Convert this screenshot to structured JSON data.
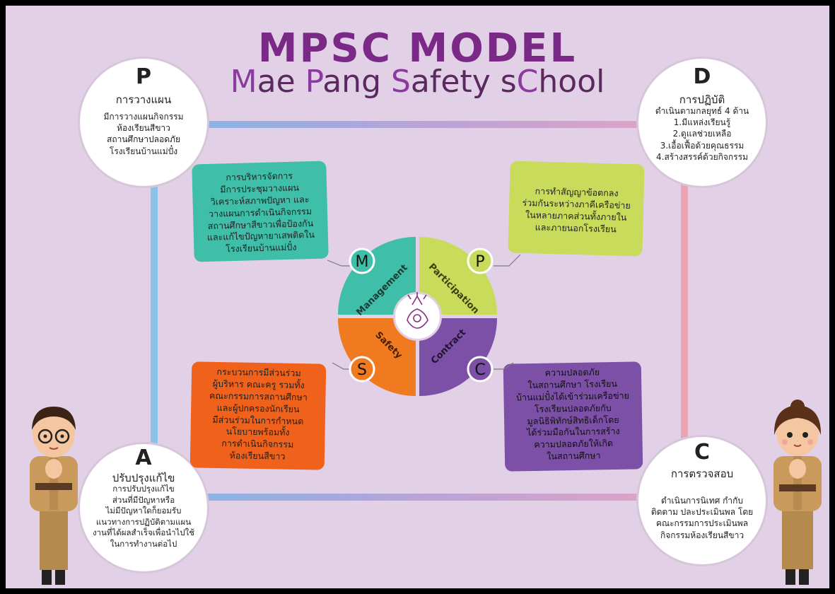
{
  "title": {
    "line1": "MPSC MODEL",
    "line2_parts": [
      "M",
      "ae ",
      "P",
      "ang ",
      "S",
      "afety s",
      "C",
      "hool"
    ]
  },
  "corners": {
    "plan": {
      "letter": "P",
      "heading": "การวางแผน",
      "lines": [
        "มีการวางแผนกิจกรรม",
        "ห้องเรียนสีขาว",
        "สถานศึกษาปลอดภัย",
        "โรงเรียนบ้านแม่ปั๋ง"
      ]
    },
    "do": {
      "letter": "D",
      "heading": "การปฏิบัติ",
      "lines": [
        "ดำเนินตามกลยุทธ์ 4 ด้าน",
        "1.มีแหล่งเรียนรู้",
        "2.ดูแลช่วยเหลือ",
        "3.เอื้อเฟื้อด้วยคุณธรรม",
        "4.สร้างสรรค์ด้วยกิจกรรม"
      ]
    },
    "act": {
      "letter": "A",
      "heading": "ปรับปรุงแก้ไข",
      "lines": [
        "การปรับปรุงแก้ไข",
        "ส่วนที่มีปัญหาหรือ",
        "ไม่มีปัญหาใดก็ยอมรับ",
        "แนวทางการปฏิบัติตามแผน",
        "งานที่ได้ผลสำเร็จเพื่อนำไปใช้",
        "ในการทำงานต่อไป"
      ]
    },
    "check": {
      "letter": "C",
      "heading": "การตรวจสอบ",
      "lines": [
        "ดำเนินการนิเทศ กำกับ",
        "ติดตาม ปละประเมินพล โดย",
        "คณะกรรมการประเมินพล",
        "กิจกรรมห้องเรียนสีขาว"
      ]
    }
  },
  "boxes": {
    "management": {
      "lines": [
        "การบริหารจัดการ",
        "มีการประชุมวางแผน",
        "วิเคราะห์สภาพปัญหา และ",
        "วางแผนการดำเนินกิจกรรม",
        "สถานศึกษาสีขาวเพื่อป้องกัน",
        "และแก้ไขปัญหายาเสพติดใน",
        "โรงเรียนบ้านแม่ปั๋ง"
      ]
    },
    "participation": {
      "lines": [
        "การทำสัญญาข้อตกลง",
        "ร่วมกันระหว่างภาคีเครือข่าย",
        "ในหลายภาคส่วนทั้งภายใน",
        "และภายนอกโรงเรียน"
      ]
    },
    "safety": {
      "lines": [
        "กระบวนการมีส่วนร่วม",
        "ผู้บริหาร คณะครู รวมทั้ง",
        "คณะกรรมการสถานศึกษา",
        "และผู้ปกครองนักเรียน",
        "มีส่วนร่วมในการกำหนด",
        "นโยบายพร้อมทั้ง",
        "การดำเนินกิจกรรม",
        "ห้องเรียนสีขาว"
      ]
    },
    "contract": {
      "lines": [
        "ความปลอดภัย",
        "ในสถานศึกษา โรงเรียน",
        "บ้านแม่ปั๋งได้เข้าร่วมเครือข่าย",
        "โรงเรียนปลอดภัยกับ",
        "มูลนิธิพิทักษ์สิทธิเด็กโดย",
        "ได้ร่วมมือกันในการสร้าง",
        "ความปลอดภัยให้เกิด",
        "ในสถานศึกษา"
      ]
    }
  },
  "wheel": {
    "quadrants": [
      {
        "word": "Management",
        "letter": "M",
        "color": "#3fbfa9"
      },
      {
        "word": "Participation",
        "letter": "P",
        "color": "#c9db5a"
      },
      {
        "word": "Safety",
        "letter": "S",
        "color": "#f07a1f"
      },
      {
        "word": "Contract",
        "letter": "C",
        "color": "#7b50a6"
      }
    ]
  },
  "colors": {
    "management": "#3fbfa9",
    "participation": "#c9db5a",
    "safety": "#f0621b",
    "contract": "#7b50a6",
    "title": "#7a2a86",
    "background": "#e2d0e6"
  }
}
